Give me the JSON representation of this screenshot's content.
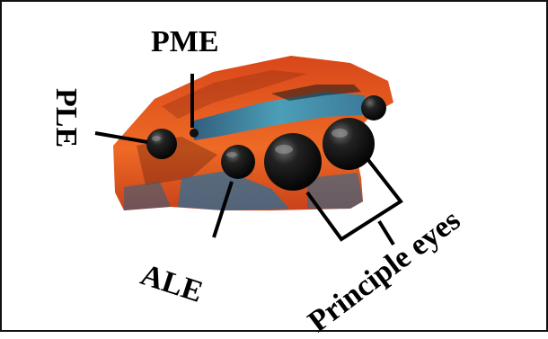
{
  "labels": {
    "pme": "PME",
    "ple": "PLE",
    "ale": "ALE",
    "principle": "Principle eyes"
  },
  "colors": {
    "carapace_orange": "#e2561c",
    "eye_black": "#151515",
    "iridescent_blue": "#2a7fa8",
    "pointer_line": "#000000"
  }
}
